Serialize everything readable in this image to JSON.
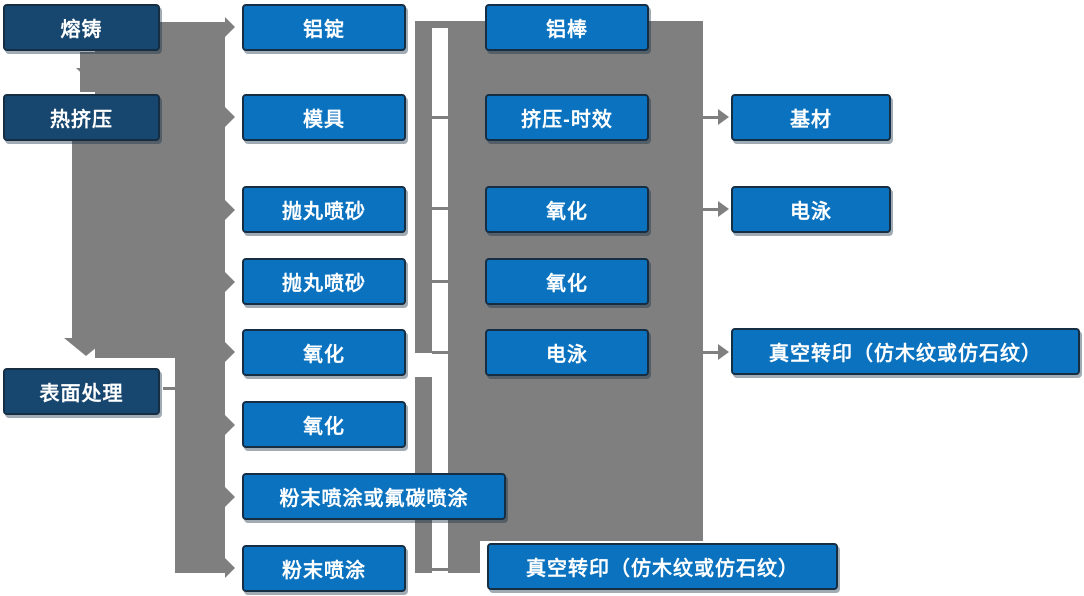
{
  "colors": {
    "dark_blue": "#17466E",
    "blue": "#0A72BF",
    "connector_gray": "#7F7F7F",
    "box_border": "#152E44",
    "text": "#FFFFFF"
  },
  "diagram": {
    "type": "flowchart",
    "description_note": "aluminum profile production process flow",
    "columns": [
      {
        "name": "stage-1",
        "nodes": [
          {
            "id": "melting-casting",
            "label": "熔铸"
          },
          {
            "id": "hot-extrusion",
            "label": "热挤压"
          },
          {
            "id": "surface-treatment",
            "label": "表面处理"
          }
        ]
      },
      {
        "name": "stage-2",
        "nodes": [
          {
            "id": "aluminum-ingot",
            "label": "铝锭"
          },
          {
            "id": "mold",
            "label": "模具"
          },
          {
            "id": "shot-blasting-1",
            "label": "抛丸喷砂"
          },
          {
            "id": "shot-blasting-2",
            "label": "抛丸喷砂"
          },
          {
            "id": "oxidation-1",
            "label": "氧化"
          },
          {
            "id": "oxidation-2",
            "label": "氧化"
          },
          {
            "id": "powder-or-fluorocarbon-coating",
            "label": "粉末喷涂或氟碳喷涂"
          },
          {
            "id": "powder-coating",
            "label": "粉末喷涂"
          }
        ]
      },
      {
        "name": "stage-3",
        "nodes": [
          {
            "id": "aluminum-rod",
            "label": "铝棒"
          },
          {
            "id": "extrusion-aging",
            "label": "挤压-时效"
          },
          {
            "id": "oxidation-3",
            "label": "氧化"
          },
          {
            "id": "oxidation-4",
            "label": "氧化"
          },
          {
            "id": "electrophoresis-1",
            "label": "电泳"
          },
          {
            "id": "vacuum-transfer-print-1",
            "label": "真空转印（仿木纹或仿石纹）"
          }
        ]
      },
      {
        "name": "stage-4",
        "nodes": [
          {
            "id": "base-material",
            "label": "基材"
          },
          {
            "id": "electrophoresis-2",
            "label": "电泳"
          },
          {
            "id": "vacuum-transfer-print-2",
            "label": "真空转印（仿木纹或仿石纹）"
          }
        ]
      }
    ]
  }
}
